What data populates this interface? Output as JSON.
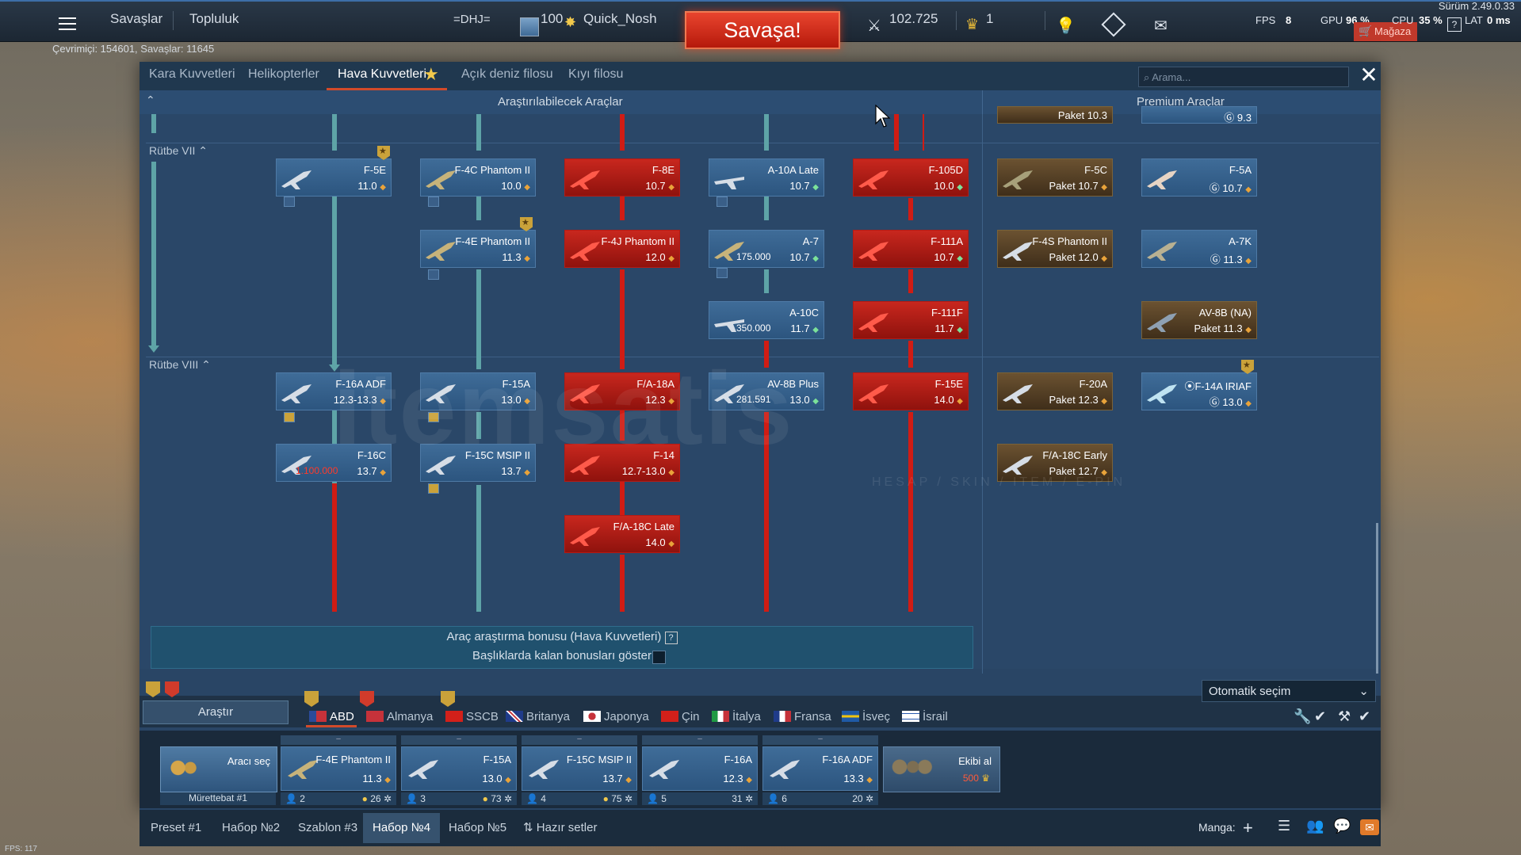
{
  "top": {
    "menu_icon": "hamburger-icon",
    "battles": "Savaşlar",
    "community": "Topluluk",
    "squadron_tag": "=DHJ=",
    "level": "100",
    "nickname": "Quick_Nosh",
    "battle_button": "Savaşa!",
    "silver_lions": "102.725",
    "golden_eagles": "1",
    "shop": "Mağaza",
    "fps_label": "FPS",
    "fps_value": "8",
    "gpu_label": "GPU",
    "gpu_value": "96 %",
    "cpu_label": "CPU",
    "cpu_value": "35 %",
    "lat_label": "LAT",
    "lat_value": "0 ms",
    "version": "Sürüm 2.49.0.33",
    "online": "Çevrimiçi: 154601, Savaşlar: 11645"
  },
  "tabs": [
    {
      "label": "Kara Kuvvetleri"
    },
    {
      "label": "Helikopterler"
    },
    {
      "label": "Hava Kuvvetleri"
    },
    {
      "label": "Açık deniz filosu"
    },
    {
      "label": "Kıyı filosu"
    }
  ],
  "search_placeholder": "Arama...",
  "headers": {
    "researchable": "Araştırılabilecek Araçlar",
    "premium": "Premium Araçlar"
  },
  "ranks": {
    "r7": "Rütbe VII",
    "r8": "Rütbe VIII"
  },
  "vehicles": {
    "f5e": {
      "name": "F-5E",
      "br": "11.0"
    },
    "f4c": {
      "name": "F-4C Phantom II",
      "br": "10.0"
    },
    "f8e": {
      "name": "F-8E",
      "br": "10.7"
    },
    "a10a": {
      "name": "A-10A Late",
      "br": "10.7"
    },
    "f105d": {
      "name": "F-105D",
      "br": "10.0"
    },
    "f4e": {
      "name": "F-4E Phantom II",
      "br": "11.3"
    },
    "f4j": {
      "name": "F-4J Phantom II",
      "br": "12.0"
    },
    "a7": {
      "name": "A-7",
      "br": "10.7",
      "cost": "175.000"
    },
    "f111a": {
      "name": "F-111A",
      "br": "10.7"
    },
    "a10c": {
      "name": "A-10C",
      "br": "11.7",
      "cost": "350.000"
    },
    "f111f": {
      "name": "F-111F",
      "br": "11.7"
    },
    "f16adf": {
      "name": "F-16A ADF",
      "br": "12.3-13.3"
    },
    "f15a": {
      "name": "F-15A",
      "br": "13.0"
    },
    "fa18a": {
      "name": "F/A-18A",
      "br": "12.3"
    },
    "av8bplus": {
      "name": "AV-8B Plus",
      "br": "13.0",
      "cost": "281.591"
    },
    "f15e": {
      "name": "F-15E",
      "br": "14.0"
    },
    "f16c": {
      "name": "F-16C",
      "br": "13.7",
      "cost": "1.100.000"
    },
    "f15cmsip": {
      "name": "F-15C MSIP II",
      "br": "13.7"
    },
    "f14": {
      "name": "F-14",
      "br": "12.7-13.0"
    },
    "fa18clate": {
      "name": "F/A-18C Late",
      "br": "14.0"
    },
    "p_top": {
      "name": "Paket 10.3",
      "br": "9.3"
    },
    "f5c": {
      "name": "F-5C",
      "br": "Paket 10.7"
    },
    "f5a": {
      "name": "F-5A",
      "br": "10.7"
    },
    "f4s": {
      "name": "F-4S Phantom II",
      "br": "Paket 12.0"
    },
    "a7k": {
      "name": "A-7K",
      "br": "11.3"
    },
    "av8bna": {
      "name": "AV-8B (NA)",
      "br": "Paket 11.3"
    },
    "f20a": {
      "name": "F-20A",
      "br": "Paket 12.3"
    },
    "f14airiaf": {
      "name": "F-14A IRIAF",
      "br": "13.0"
    },
    "fa18cearly": {
      "name": "F/A-18C Early",
      "br": "Paket 12.7"
    }
  },
  "bonus": {
    "line1": "Araç araştırma bonusu (Hava Kuvvetleri)",
    "line2": "Başlıklarda kalan bonusları göster"
  },
  "research_select": "Araştır",
  "auto_select": "Otomatik seçim",
  "nations": [
    {
      "label": "ABD"
    },
    {
      "label": "Almanya"
    },
    {
      "label": "SSCB"
    },
    {
      "label": "Britanya"
    },
    {
      "label": "Japonya"
    },
    {
      "label": "Çin"
    },
    {
      "label": "İtalya"
    },
    {
      "label": "Fransa"
    },
    {
      "label": "İsveç"
    },
    {
      "label": "İsrail"
    }
  ],
  "crew": {
    "select_vehicle": "Aracı seç",
    "crew_label": "Mürettebat #1",
    "get_crew": "Ekibi al",
    "get_crew_cost": "500",
    "slots": [
      {
        "top": "–",
        "name": "F-4E Phantom II",
        "br": "11.3",
        "num": "2",
        "pts": "26"
      },
      {
        "top": "–",
        "name": "F-15A",
        "br": "13.0",
        "num": "3",
        "pts": "73"
      },
      {
        "top": "–",
        "name": "F-15C MSIP II",
        "br": "13.7",
        "num": "4",
        "pts": "75"
      },
      {
        "top": "–",
        "name": "F-16A",
        "br": "12.3",
        "num": "5",
        "pts": "31"
      },
      {
        "top": "–",
        "name": "F-16A ADF",
        "br": "13.3",
        "num": "6",
        "pts": "20"
      }
    ]
  },
  "presets": [
    {
      "label": "Preset #1"
    },
    {
      "label": "Набор №2"
    },
    {
      "label": "Szablon #3"
    },
    {
      "label": "Набор №4"
    },
    {
      "label": "Набор №5"
    },
    {
      "label": "Hazır setler"
    }
  ],
  "squad_label": "Manga:",
  "bottom_fps": "FPS: 117",
  "watermark": "itemsatis",
  "watermark_sub": "HESAP / SKIN / ITEM / E-PIN",
  "colors": {
    "battle": "#d5301b",
    "research_line": "#5ea4a7",
    "researched_line": "#d01c14",
    "card": "#3a6691",
    "card_researched": "#b91e16",
    "card_premium": "#5a442a"
  }
}
